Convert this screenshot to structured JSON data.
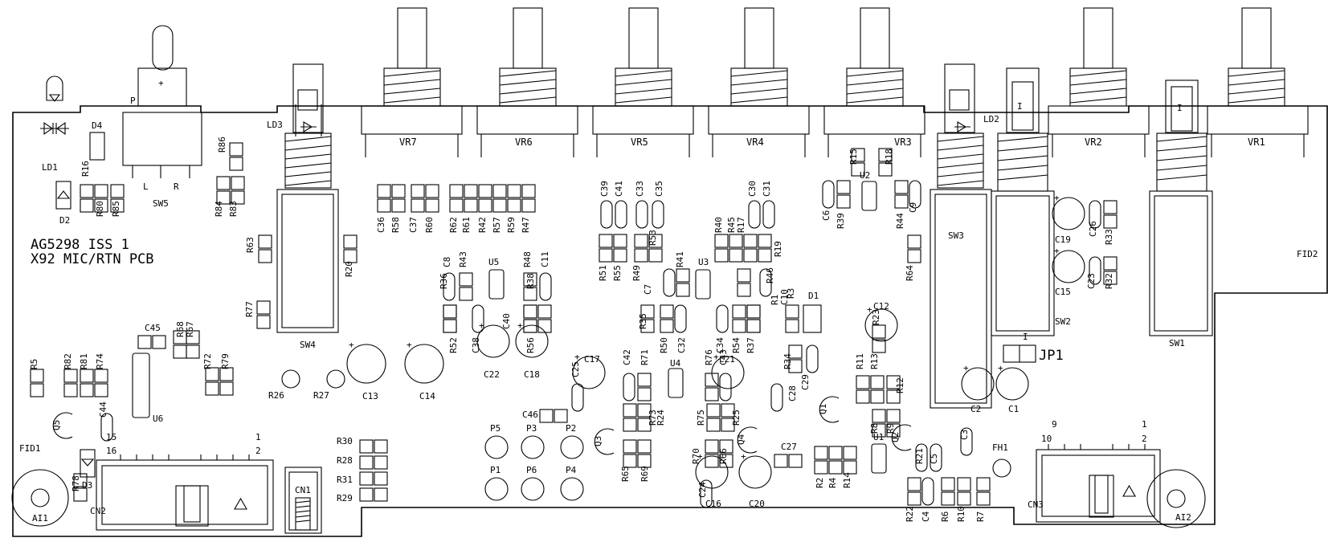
{
  "board": {
    "title_line1": "AG5298 ISS 1",
    "title_line2": "X92 MIC/RTN PCB",
    "fiducials": [
      "FID1",
      "FID2"
    ],
    "mount_holes": [
      "AI1",
      "AI2"
    ],
    "fixing_hole": "FH1",
    "jumper": "JP1"
  },
  "potentiometers": [
    "VR7",
    "VR6",
    "VR5",
    "VR4",
    "VR3",
    "VR2",
    "VR1"
  ],
  "switches": {
    "sw5": "SW5",
    "sw4": "SW4",
    "sw3": "SW3",
    "sw2": "SW2",
    "sw1": "SW1"
  },
  "leds": {
    "ld1": "LD1",
    "ld2": "LD2",
    "ld3": "LD3"
  },
  "connectors": {
    "cn1": "CN1",
    "cn2": "CN2",
    "cn2_pin_a": "16",
    "cn2_pin_b": "15",
    "cn2_pin_c": "1",
    "cn2_pin_d": "2",
    "cn3": "CN3",
    "cn3_pin_a": "10",
    "cn3_pin_b": "9",
    "cn3_pin_c": "1",
    "cn3_pin_d": "2"
  },
  "toggle_marks": {
    "plus": "+",
    "p": "P",
    "l": "L",
    "r": "R"
  },
  "electrolytic_caps": [
    {
      "ref": "C13"
    },
    {
      "ref": "C14"
    },
    {
      "ref": "C22"
    },
    {
      "ref": "C18"
    },
    {
      "ref": "C17"
    },
    {
      "ref": "C21"
    },
    {
      "ref": "C16"
    },
    {
      "ref": "C20"
    },
    {
      "ref": "C12"
    },
    {
      "ref": "C2"
    },
    {
      "ref": "C1"
    },
    {
      "ref": "C19"
    },
    {
      "ref": "C15"
    }
  ],
  "test_points": [
    "P5",
    "P3",
    "P2",
    "P1",
    "P6",
    "P4",
    "R26",
    "R27"
  ],
  "transistors": [
    "Q1",
    "Q2",
    "Q3",
    "Q4",
    "Q5"
  ],
  "ics": [
    "U1",
    "U2",
    "U3",
    "U4",
    "U5",
    "U6"
  ],
  "diodes": [
    "D1",
    "D2",
    "D3",
    "D4"
  ],
  "passive_labels": [
    "R16",
    "R80",
    "R85",
    "R86",
    "R84",
    "R83",
    "R63",
    "R77",
    "R20",
    "C36",
    "R58",
    "C37",
    "R60",
    "R62",
    "R61",
    "R42",
    "R57",
    "R59",
    "R47",
    "C39",
    "C41",
    "C33",
    "C35",
    "R51",
    "R55",
    "R49",
    "R53",
    "C30",
    "C31",
    "R40",
    "R45",
    "R17",
    "R19",
    "R15",
    "R18",
    "C6",
    "R39",
    "R44",
    "C9",
    "R64",
    "C8",
    "R43",
    "R48",
    "C11",
    "R36",
    "R52",
    "C38",
    "R56",
    "C40",
    "R38",
    "C7",
    "R41",
    "R46",
    "R1",
    "C10",
    "R3",
    "R35",
    "R50",
    "C32",
    "C34",
    "R54",
    "R37",
    "R34",
    "C29",
    "R23",
    "C45",
    "R68",
    "R67",
    "R72",
    "R79",
    "R5",
    "R82",
    "R81",
    "R74",
    "C44",
    "C25",
    "C42",
    "R71",
    "R76",
    "C43",
    "C28",
    "R73",
    "R24",
    "R75",
    "R25",
    "C46",
    "R11",
    "R13",
    "R12",
    "R8",
    "R9",
    "R65",
    "R69",
    "R70",
    "R66",
    "C27",
    "C24",
    "R2",
    "R4",
    "R14",
    "R21",
    "C5",
    "C3",
    "R22",
    "C4",
    "R6",
    "R10",
    "R7",
    "R30",
    "R28",
    "R31",
    "R29",
    "C26",
    "R33",
    "C23",
    "R32",
    "R78"
  ]
}
